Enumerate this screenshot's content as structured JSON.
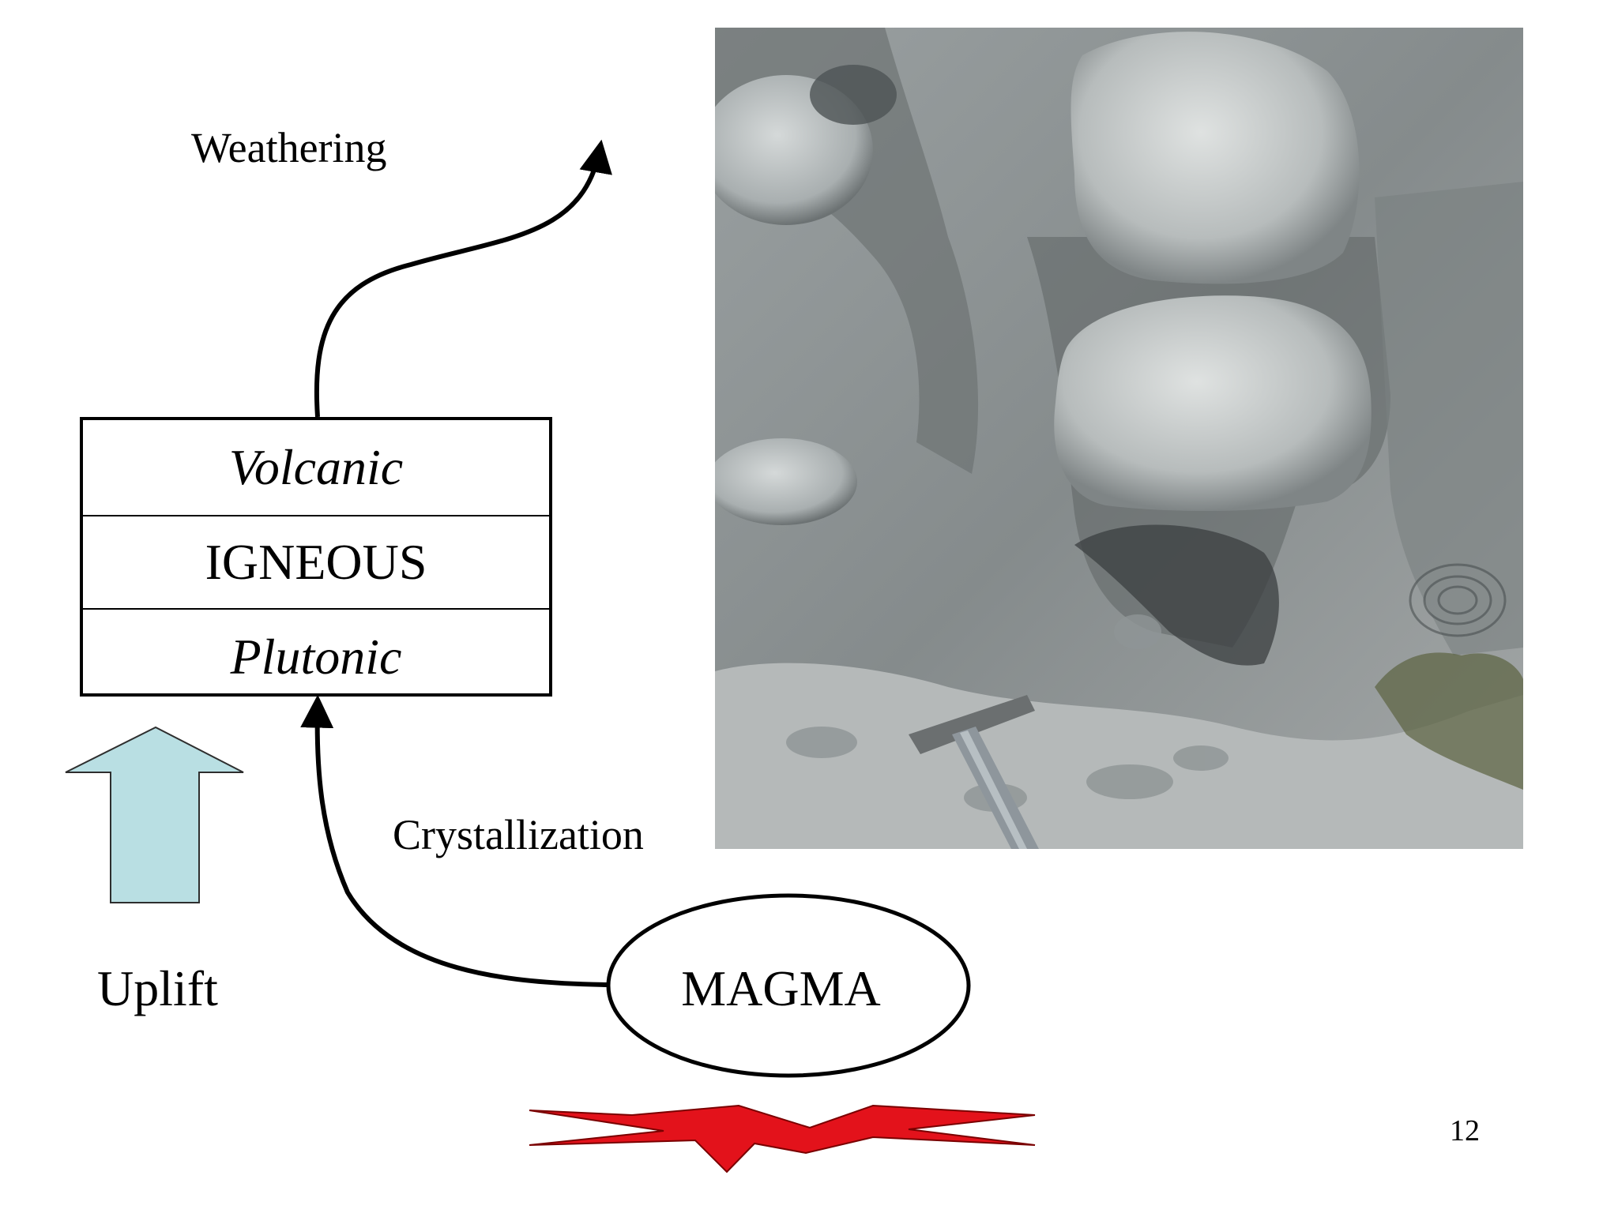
{
  "labels": {
    "weathering": "Weathering",
    "crystallization": "Crystallization",
    "uplift": "Uplift",
    "magma": "MAGMA",
    "page_number": "12"
  },
  "rock_box": {
    "top": "Volcanic",
    "middle": "IGNEOUS",
    "bottom": "Plutonic"
  },
  "colors": {
    "uplift_arrow": "#b9dfe3",
    "heat_star": "#e3121b",
    "photo_bg": "#8b9194"
  },
  "icons": {
    "uplift": "up-arrow-icon",
    "heat": "heat-burst-icon"
  }
}
